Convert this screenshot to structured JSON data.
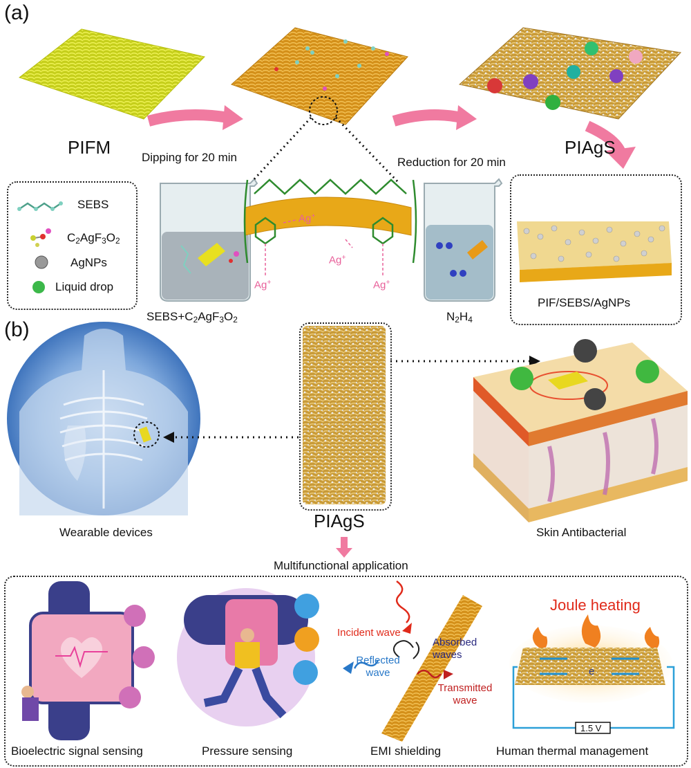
{
  "panel_a": {
    "letter": "(a)",
    "mat1_label": "PIFM",
    "mat2_label": "PIAgS",
    "step1": "Dipping for 20 min",
    "step2": "Reduction for 20 min",
    "legend": {
      "items": [
        "SEBS",
        "C2AgF3O2",
        "AgNPs",
        "Liquid drop"
      ]
    },
    "beaker1_label": "SEBS+C2AgF3O2",
    "beaker2_label": "N2H4",
    "ag_ion": "Ag+",
    "zoom_label": "PIF/SEBS/AgNPs"
  },
  "panel_b": {
    "letter": "(b)",
    "center_label": "PIAgS",
    "left_caption": "Wearable devices",
    "right_caption": "Skin Antibacterial",
    "multi_label": "Multifunctional application",
    "apps": [
      "Bioelectric signal sensing",
      "Pressure sensing",
      "EMI shielding",
      "Human thermal management"
    ],
    "emi": {
      "incident": "Incident wave",
      "absorbed": "Absorbed waves",
      "reflected": "Reflected wave",
      "transmitted": "Transmitted wave"
    },
    "joule": "Joule heating",
    "electron": "e",
    "voltage": "1.5 V"
  },
  "colors": {
    "arrow_pink": "#f07aa0",
    "fiber_yellow": "#d8e22a",
    "fiber_orange": "#e3a21a",
    "polymer_green": "#2e8b2e",
    "ag_pink": "#e8609a",
    "red_text": "#e02a1a",
    "blue_text": "#2878c8"
  }
}
